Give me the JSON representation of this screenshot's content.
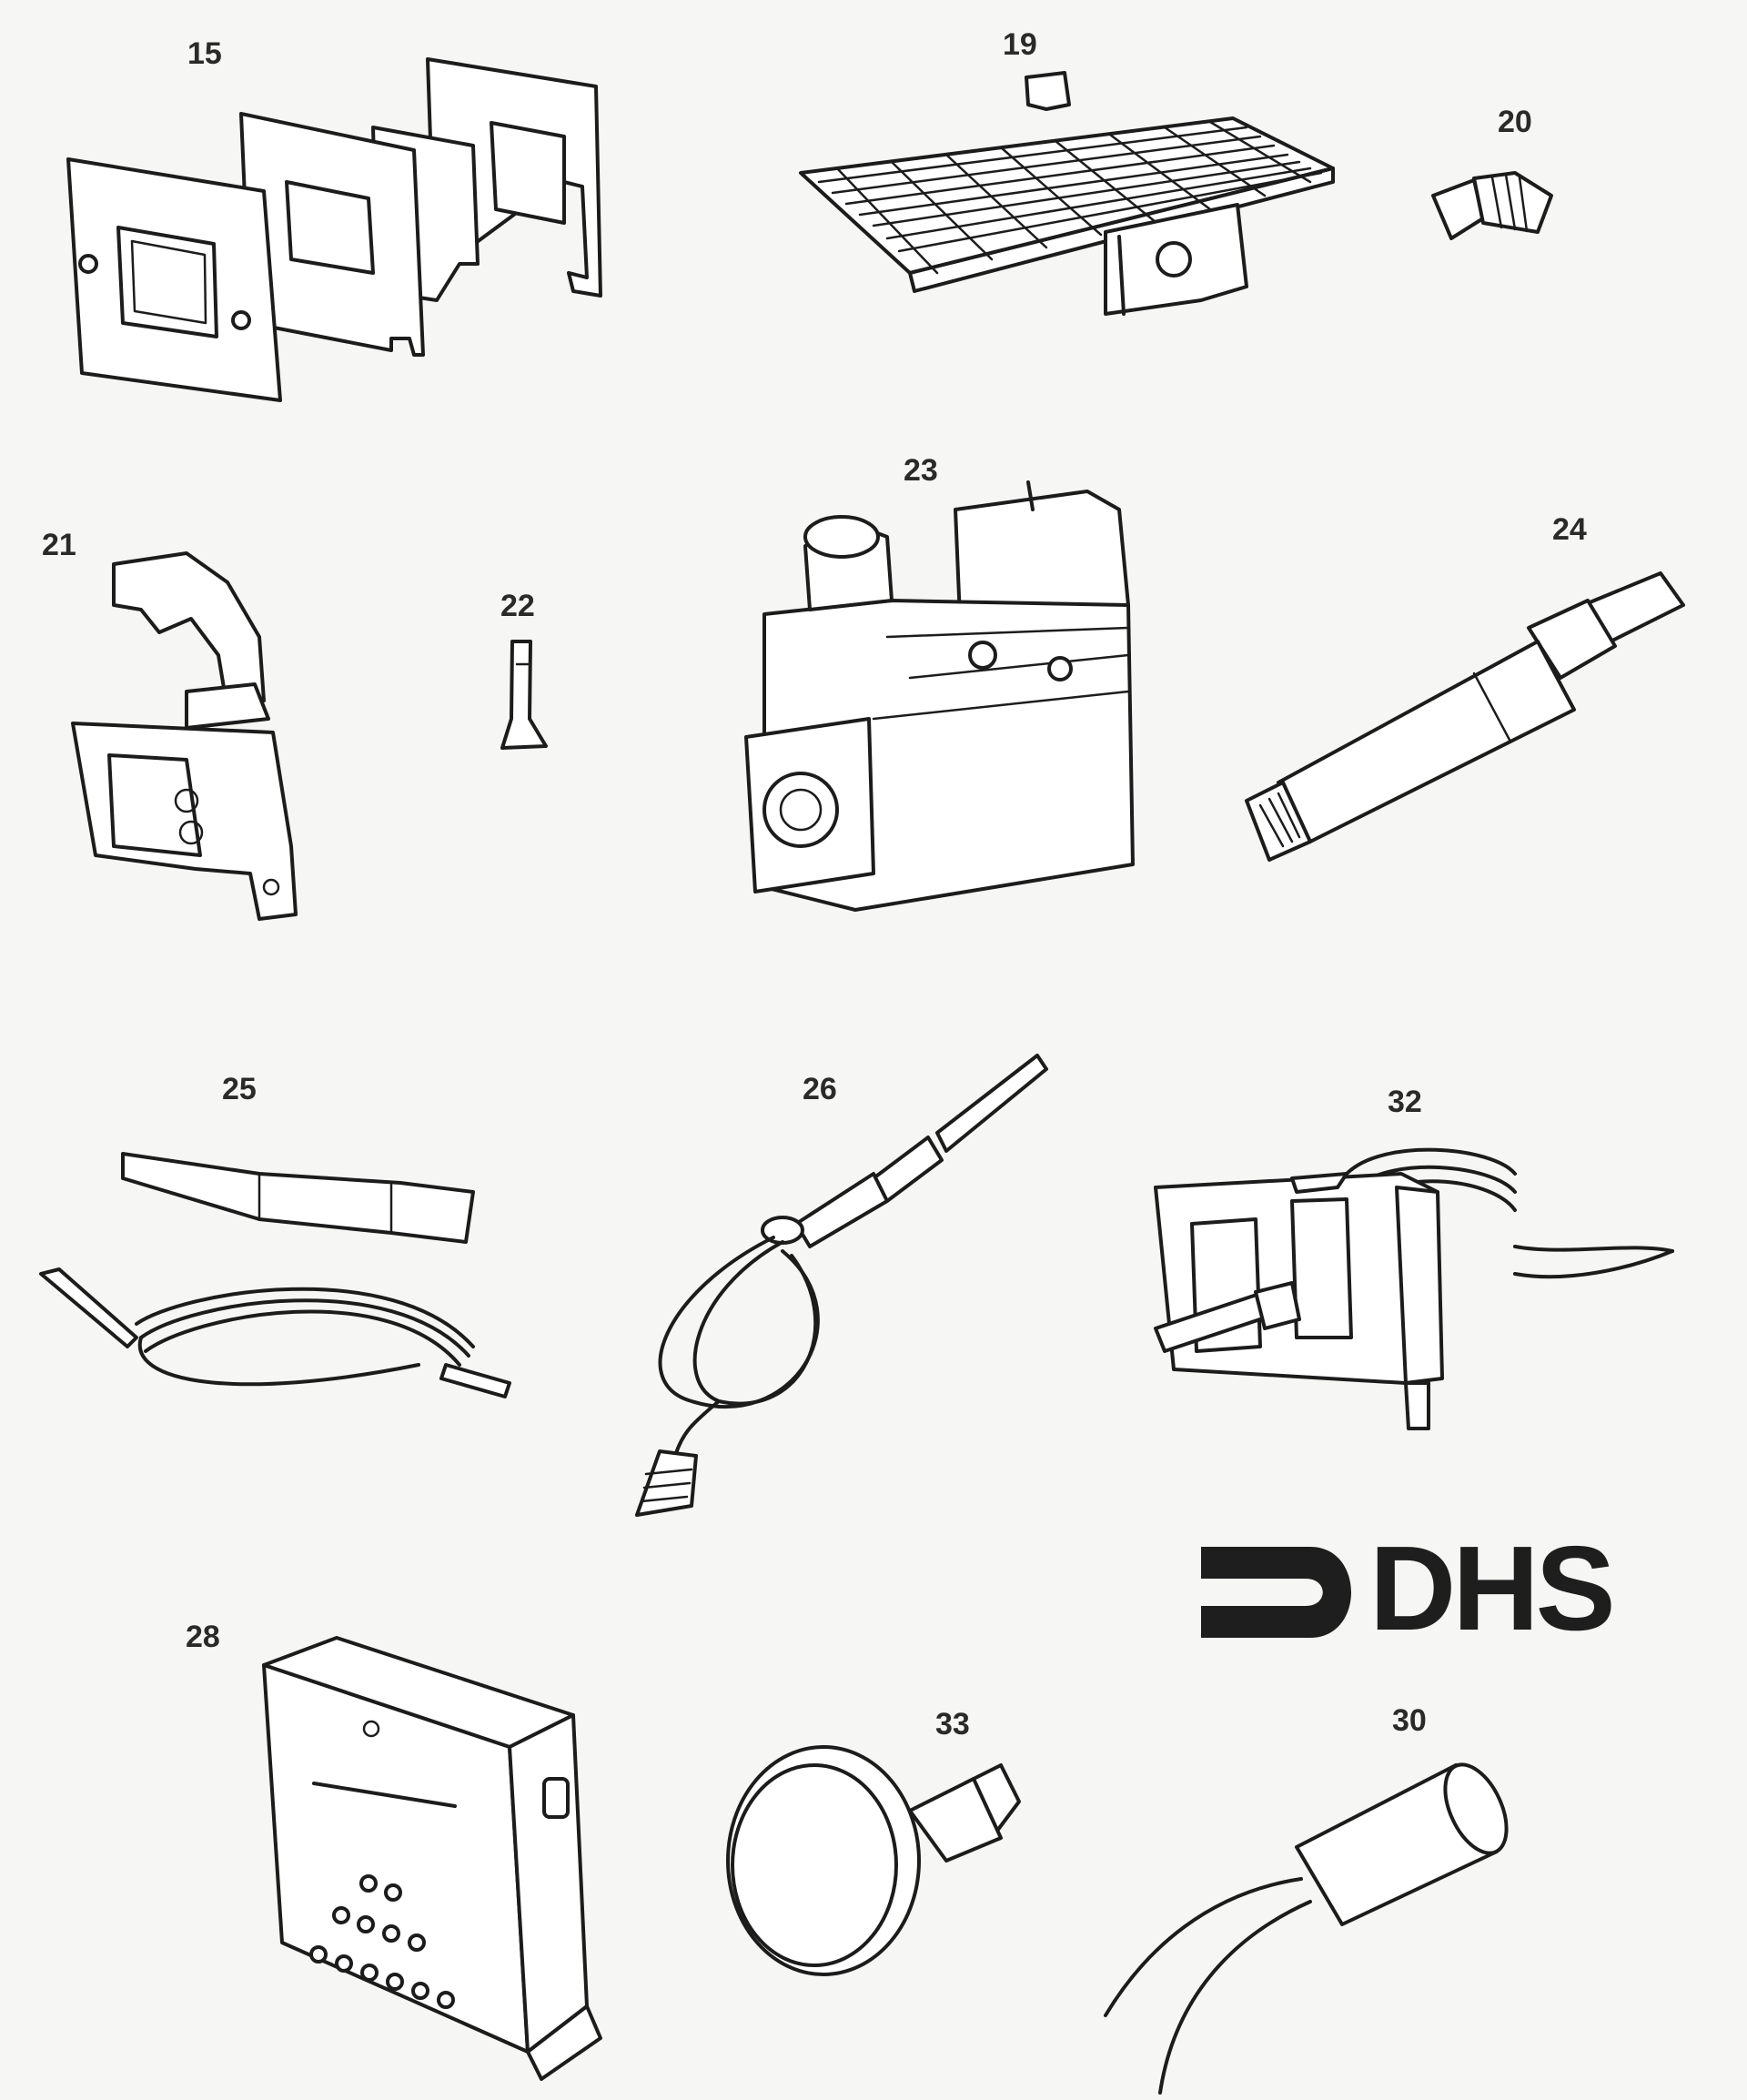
{
  "parts": {
    "p15": "15",
    "p19": "19",
    "p20": "20",
    "p21": "21",
    "p22": "22",
    "p23": "23",
    "p24": "24",
    "p25": "25",
    "p26": "26",
    "p32": "32",
    "p28": "28",
    "p33": "33",
    "p30": "30"
  },
  "logo": {
    "text": "DHS"
  },
  "colors": {
    "ink": "#1c1c1c",
    "paper": "#f6f6f4"
  }
}
